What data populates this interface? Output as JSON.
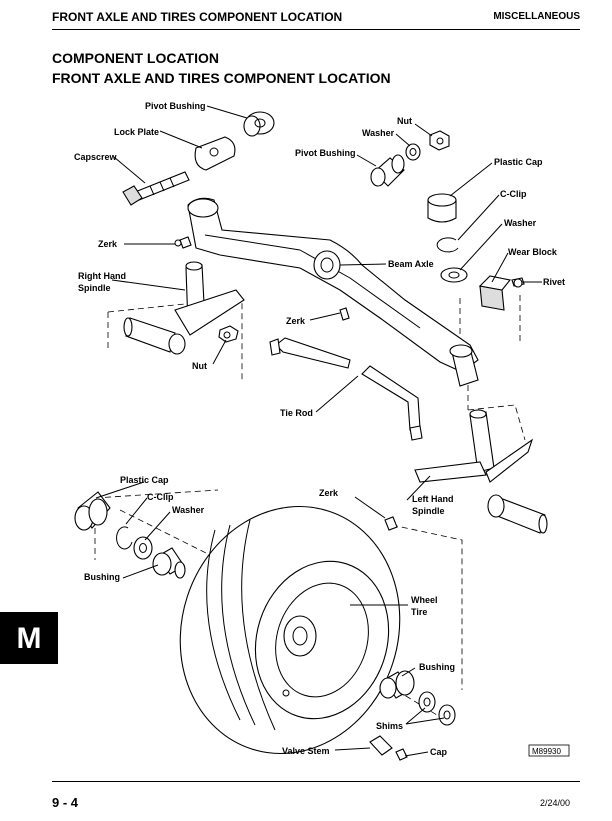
{
  "header": {
    "left": "FRONT AXLE AND TIRES COMPONENT LOCATION",
    "right": "MISCELLANEOUS"
  },
  "titles": {
    "line1": "COMPONENT LOCATION",
    "line2": "FRONT AXLE AND TIRES COMPONENT LOCATION"
  },
  "labels": {
    "pivot_bushing_left": "Pivot Bushing",
    "lock_plate": "Lock Plate",
    "capscrew": "Capscrew",
    "zerk_left": "Zerk",
    "right_hand": "Right Hand",
    "spindle_right": "Spindle",
    "nut_right_spindle": "Nut",
    "zerk_center": "Zerk",
    "tie_rod": "Tie Rod",
    "nut_top": "Nut",
    "washer_top": "Washer",
    "pivot_bushing_right": "Pivot Bushing",
    "plastic_cap_right": "Plastic Cap",
    "c_clip_right": "C-Clip",
    "washer_right": "Washer",
    "wear_block": "Wear Block",
    "rivet": "Rivet",
    "beam_axle": "Beam Axle",
    "left_hand": "Left Hand",
    "spindle_left": "Spindle",
    "plastic_cap_left": "Plastic Cap",
    "c_clip_left": "C-Clip",
    "washer_left": "Washer",
    "bushing_left": "Bushing",
    "zerk_wheel": "Zerk",
    "wheel": "Wheel",
    "tire": "Tire",
    "bushing_right": "Bushing",
    "shims": "Shims",
    "valve_stem": "Valve Stem",
    "cap": "Cap",
    "figure_id": "M89930"
  },
  "footer": {
    "page": "9 - 4",
    "date": "2/24/00"
  },
  "side_tab": "M"
}
